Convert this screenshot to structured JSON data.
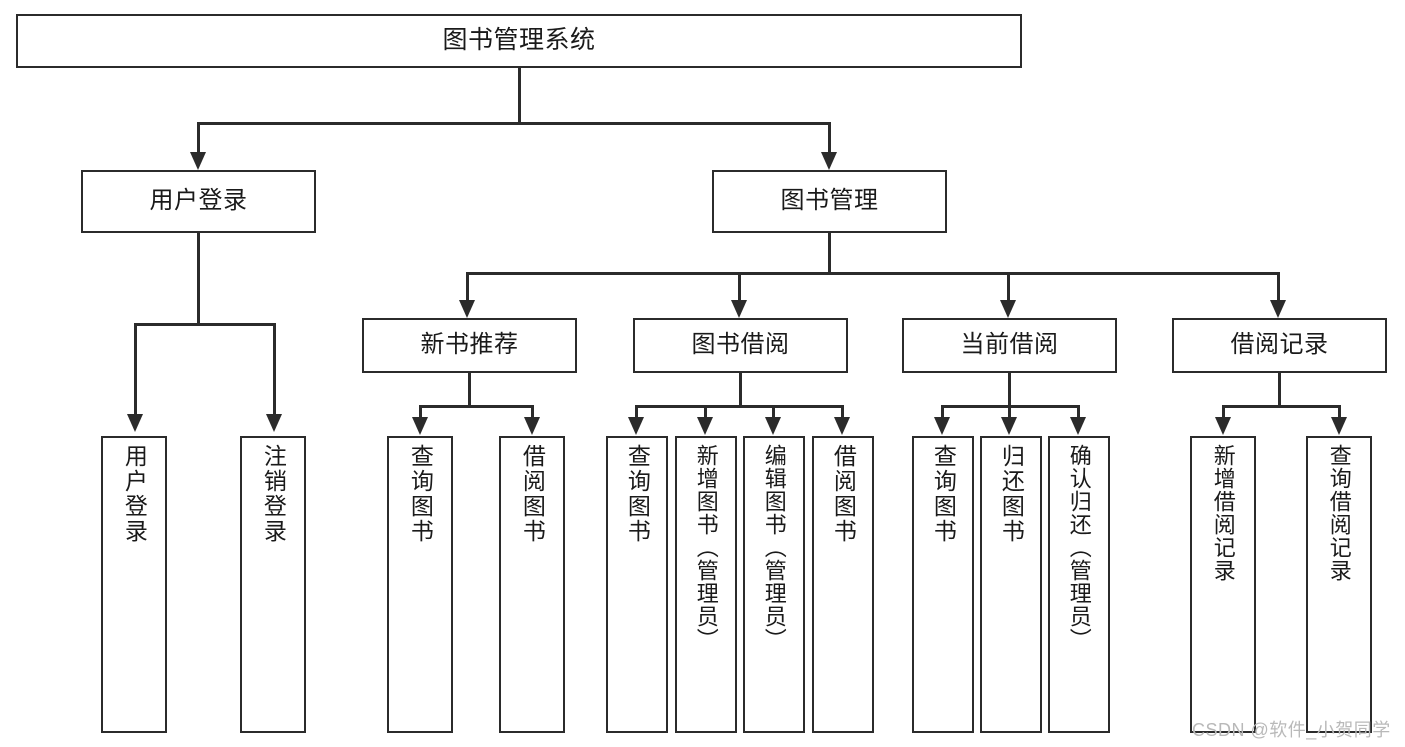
{
  "diagram": {
    "type": "tree",
    "title": "图书管理系统",
    "levels": {
      "root": {
        "label": "图书管理系统"
      },
      "level2": [
        {
          "label": "用户登录"
        },
        {
          "label": "图书管理"
        }
      ],
      "level3": [
        {
          "label": "新书推荐"
        },
        {
          "label": "图书借阅"
        },
        {
          "label": "当前借阅"
        },
        {
          "label": "借阅记录"
        }
      ],
      "leaves": {
        "user_login": [
          {
            "label": "用户登录"
          },
          {
            "label": "注销登录"
          }
        ],
        "new_book_recommend": [
          {
            "label": "查询图书"
          },
          {
            "label": "借阅图书"
          }
        ],
        "book_borrow": [
          {
            "label": "查询图书"
          },
          {
            "label": "新增图书（管理员）"
          },
          {
            "label": "编辑图书（管理员）"
          },
          {
            "label": "借阅图书"
          }
        ],
        "current_borrow": [
          {
            "label": "查询图书"
          },
          {
            "label": "归还图书"
          },
          {
            "label": "确认归还（管理员）"
          }
        ],
        "borrow_record": [
          {
            "label": "新增借阅记录"
          },
          {
            "label": "查询借阅记录"
          }
        ]
      }
    }
  },
  "watermark": {
    "text": "CSDN @软件_小贺同学"
  },
  "colors": {
    "stroke": "#2b2b2b",
    "background": "#ffffff",
    "text": "#1a1a1a",
    "watermark": "#b9b9b9"
  }
}
